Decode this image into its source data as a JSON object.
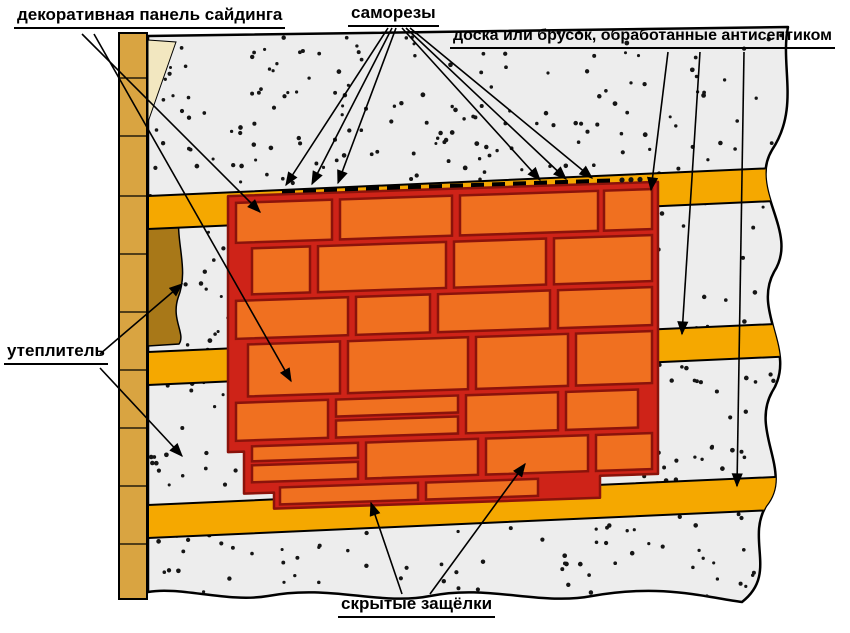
{
  "labels": {
    "panel": "декоративная панель сайдинга",
    "screws": "саморезы",
    "board": "доска или брусок, обработанные антисептиком",
    "insulation": "утеплитель",
    "latches": "скрытые защёлки"
  },
  "colors": {
    "wall": "#EDEDED",
    "band": "#F5A800",
    "plank": "#D9A441",
    "wedge": "#F2E7C0",
    "notch": "#A87818",
    "panel_base": "#CE2318",
    "stone": "#F07020",
    "stone_outline": "#8A130B"
  }
}
